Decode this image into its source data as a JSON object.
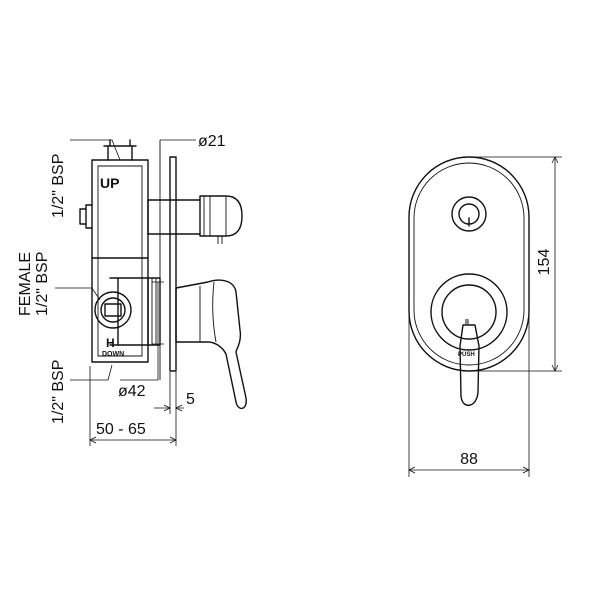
{
  "side_view": {
    "labels": {
      "bsp_top": "1/2\" BSP",
      "female_line1": "FEMALE",
      "female_line2": "1/2\" BSP",
      "bsp_bottom": "1/2\" BSP",
      "diameter_small": "ø21",
      "diameter_large": "ø42",
      "plate_thickness": "5",
      "depth_range": "50 - 65"
    },
    "body_markings": {
      "up": "UP",
      "h": "H",
      "down": "DOWN"
    }
  },
  "front_view": {
    "labels": {
      "height": "154",
      "width": "88"
    },
    "handle_marks": {
      "top": "II",
      "bottom": "PUSH"
    }
  }
}
